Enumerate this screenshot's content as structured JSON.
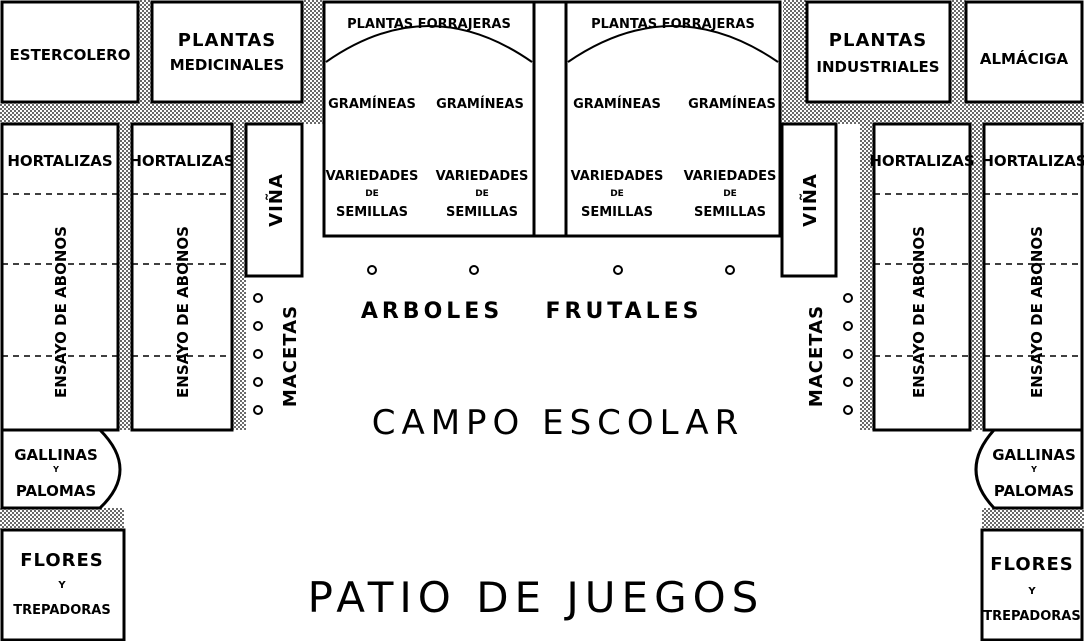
{
  "labels": {
    "estercolero": "ESTERCOLERO",
    "medicinales_1": "PLANTAS",
    "medicinales_2": "MEDICINALES",
    "forrajeras": "PLANTAS FORRAJERAS",
    "graminea": "GRAMÍNEAS",
    "variedades_1": "VARIEDADES",
    "variedades_2": "DE",
    "variedades_3": "SEMILLAS",
    "industriales_1": "PLANTAS",
    "industriales_2": "INDUSTRIALES",
    "almaciga": "ALMÁCIGA",
    "hortalizas": "HORTALIZAS",
    "ensayo": "ENSAYO DE ABONOS",
    "vina": "VIÑA",
    "macetas": "MACETAS",
    "arboles": "ARBOLES",
    "frutales": "FRUTALES",
    "campo": "CAMPO ESCOLAR",
    "gallinas": "GALLINAS",
    "gallinas_y": "Y",
    "palomas": "PALOMAS",
    "flores": "FLORES",
    "flores_y": "Y",
    "trepadoras": "TREPADORAS",
    "patio": "PATIO DE JUEGOS"
  }
}
